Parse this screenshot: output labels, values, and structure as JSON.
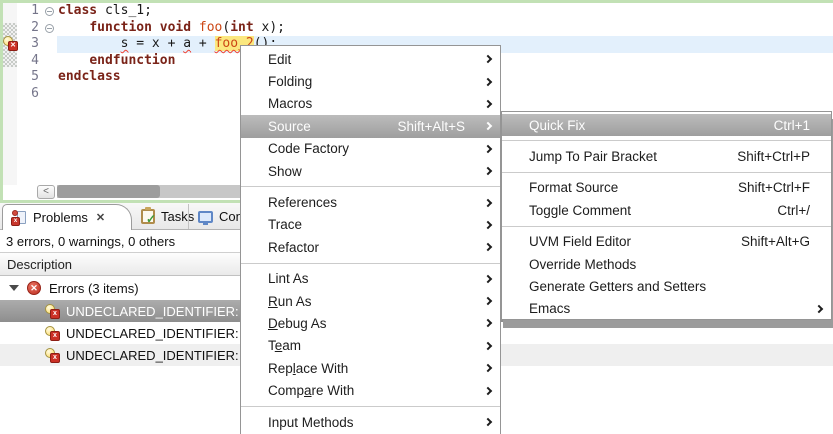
{
  "colors": {
    "editor_focus_border": "#c2e1b5",
    "current_line_highlight": "#e3f0fc",
    "occurrence_highlight": "#fbe87f",
    "keyword": "#7a2318",
    "identifier_call": "#cc4715",
    "error_red": "#cc3126",
    "menu_selection": "#a5a5a5"
  },
  "editor": {
    "current_line_number": "3",
    "lines": [
      {
        "num": "1",
        "fold": true,
        "segments": [
          {
            "t": "class",
            "s": "kw"
          },
          {
            "t": " cls_1;",
            "s": "pl"
          }
        ]
      },
      {
        "num": "2",
        "fold": true,
        "segments": [
          {
            "t": "    ",
            "s": "pl"
          },
          {
            "t": "function void",
            "s": "kw"
          },
          {
            "t": " ",
            "s": "pl"
          },
          {
            "t": "foo",
            "s": "fn"
          },
          {
            "t": "(",
            "s": "pl"
          },
          {
            "t": "int",
            "s": "kw"
          },
          {
            "t": " x);",
            "s": "pl"
          }
        ]
      },
      {
        "num": "3",
        "fold": false,
        "segments": [
          {
            "t": "        ",
            "s": "pl"
          },
          {
            "t": "s",
            "s": "pl sq"
          },
          {
            "t": " = x + ",
            "s": "pl"
          },
          {
            "t": "a",
            "s": "pl sq"
          },
          {
            "t": " + ",
            "s": "pl"
          },
          {
            "t": "foo_2",
            "s": "fn occ sq"
          },
          {
            "t": "();",
            "s": "pl"
          }
        ]
      },
      {
        "num": "4",
        "fold": false,
        "segments": [
          {
            "t": "    ",
            "s": "pl"
          },
          {
            "t": "endfunction",
            "s": "kw"
          }
        ]
      },
      {
        "num": "5",
        "fold": false,
        "segments": [
          {
            "t": "endclass",
            "s": "kw"
          }
        ]
      },
      {
        "num": "6",
        "fold": false,
        "segments": []
      }
    ],
    "scrollbar": {
      "left_arrow": "<"
    }
  },
  "context_menu": {
    "items": [
      {
        "label": "Edit",
        "submenu": true
      },
      {
        "label": "Folding",
        "submenu": true
      },
      {
        "label": "Macros",
        "submenu": true
      },
      {
        "label": "Source",
        "accel": "Shift+Alt+S",
        "submenu": true,
        "highlighted": true
      },
      {
        "label": "Code Factory",
        "submenu": true
      },
      {
        "label": "Show",
        "submenu": true
      },
      {
        "separator": true
      },
      {
        "label": "References",
        "submenu": true
      },
      {
        "label": "Trace",
        "submenu": true
      },
      {
        "label": "Refactor",
        "submenu": true
      },
      {
        "separator": true
      },
      {
        "label": "Lint As",
        "submenu": true
      },
      {
        "label": "Run As",
        "submenu": true,
        "mnemonic": 0
      },
      {
        "label": "Debug As",
        "submenu": true,
        "mnemonic": 0
      },
      {
        "label": "Team",
        "submenu": true,
        "mnemonic": 1
      },
      {
        "label": "Replace With",
        "submenu": true,
        "mnemonic": 3
      },
      {
        "label": "Compare With",
        "submenu": true,
        "mnemonic": 4
      },
      {
        "separator": true
      },
      {
        "label": "Input Methods",
        "submenu": true
      }
    ]
  },
  "source_submenu": {
    "items": [
      {
        "label": "Quick Fix",
        "accel": "Ctrl+1",
        "highlighted": true
      },
      {
        "separator": true
      },
      {
        "label": "Jump To Pair Bracket",
        "accel": "Shift+Ctrl+P"
      },
      {
        "separator": true
      },
      {
        "label": "Format Source",
        "accel": "Shift+Ctrl+F"
      },
      {
        "label": "Toggle Comment",
        "accel": "Ctrl+/"
      },
      {
        "separator": true
      },
      {
        "label": "UVM Field Editor",
        "accel": "Shift+Alt+G"
      },
      {
        "label": "Override Methods"
      },
      {
        "label": "Generate Getters and Setters"
      },
      {
        "label": "Emacs",
        "submenu": true
      }
    ]
  },
  "problems_view": {
    "tabs": [
      {
        "label": "Problems",
        "icon": "problems-view-icon",
        "selected": true,
        "close_glyph": "✕"
      },
      {
        "label": "Tasks",
        "icon": "tasks-view-icon"
      },
      {
        "label": "Con",
        "icon": "console-view-icon"
      }
    ],
    "summary": "3 errors, 0 warnings, 0 others",
    "column_header": "Description",
    "group_label": "Errors (3 items)",
    "group_icon_glyph": "✕",
    "rows": [
      {
        "label": "UNDECLARED_IDENTIFIER:",
        "selected": true
      },
      {
        "label": "UNDECLARED_IDENTIFIER:",
        "selected": false
      },
      {
        "label": "UNDECLARED_IDENTIFIER:",
        "selected": false
      }
    ]
  }
}
